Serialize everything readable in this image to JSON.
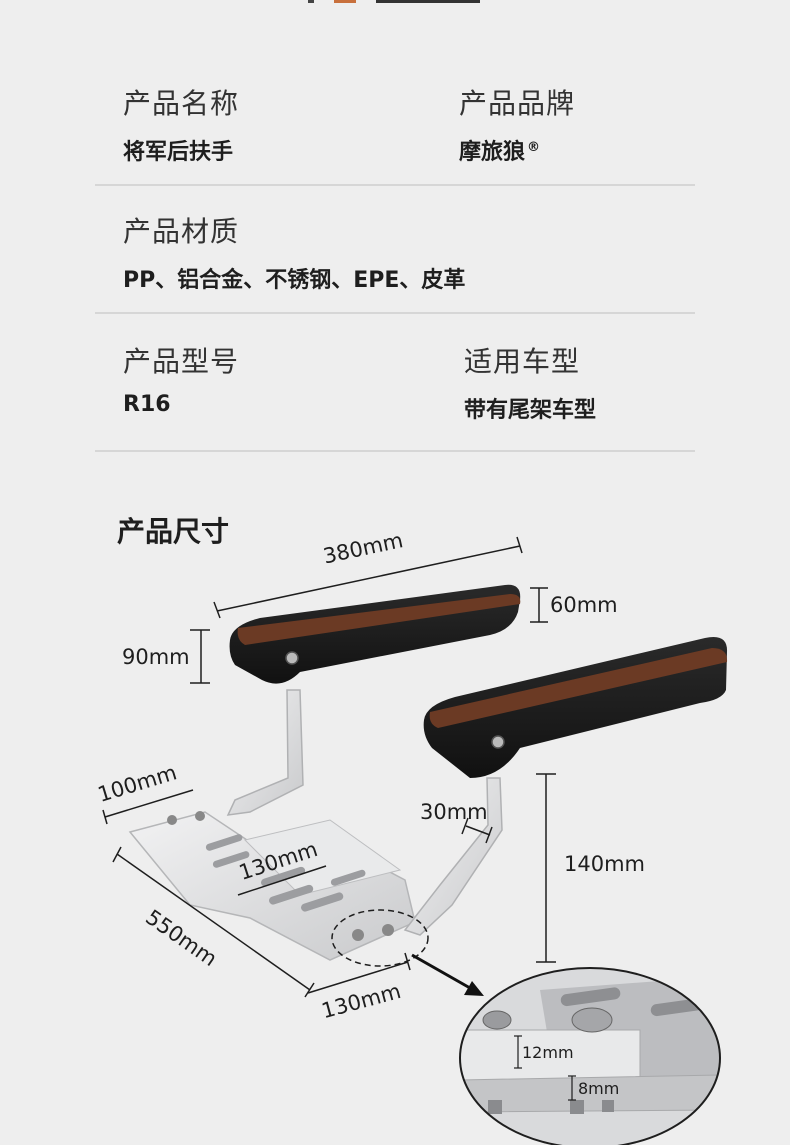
{
  "specs": {
    "name_label": "产品名称",
    "name_value": "将军后扶手",
    "brand_label": "产品品牌",
    "brand_value": "摩旅狼",
    "brand_mark": "®",
    "material_label": "产品材质",
    "material_value": "PP、铝合金、不锈钢、EPE、皮革",
    "model_label": "产品型号",
    "model_value": "R16",
    "fit_label": "适用车型",
    "fit_value": "带有尾架车型"
  },
  "size_section": {
    "title": "产品尺寸",
    "dims": {
      "pad_length": "380mm",
      "pad_thickness": "60mm",
      "pad_height": "90mm",
      "base_width": "100mm",
      "base_length": "550mm",
      "slot_length": "130mm",
      "front_width": "130mm",
      "post_width": "30mm",
      "post_height": "140mm",
      "plate_thickness": "12mm",
      "bolt_height": "8mm"
    }
  },
  "colors": {
    "background": "#eeeeee",
    "divider": "#d6d6d6",
    "leather_black": "#1c1c1c",
    "leather_brown": "#6b3a24",
    "aluminum": "#d8d9db"
  }
}
